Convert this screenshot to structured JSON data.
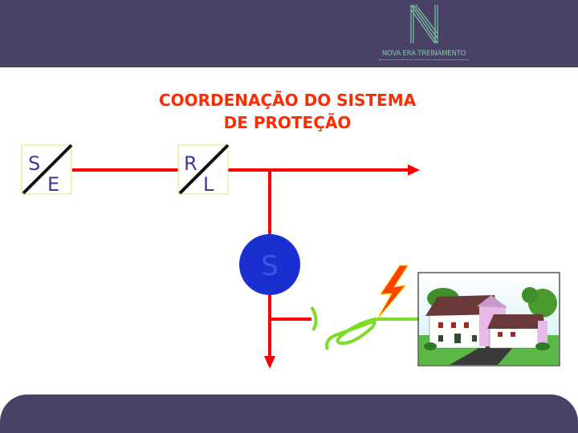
{
  "header": {
    "logo_text": "NOVA ERA TREINAMENTO"
  },
  "title": {
    "line1": "COORDENAÇÃO DO SISTEMA",
    "line2": "DE PROTEÇÃO"
  },
  "devices": {
    "se": {
      "top": "S",
      "bottom": "E"
    },
    "rl": {
      "top": "R",
      "bottom": "L"
    },
    "sectionalizer": {
      "label": "S"
    }
  },
  "colors": {
    "band": "#4a4266",
    "line": "#ff0000",
    "title": "#ff2a00",
    "device_label": "#3a3aa0",
    "circle": "#1a2fd0",
    "circle_label": "#3d54e0",
    "fault": "#7ddc2a",
    "lightning": "#ff4000"
  },
  "icons": {
    "lightning": "lightning-icon",
    "house": "house-illustration"
  }
}
